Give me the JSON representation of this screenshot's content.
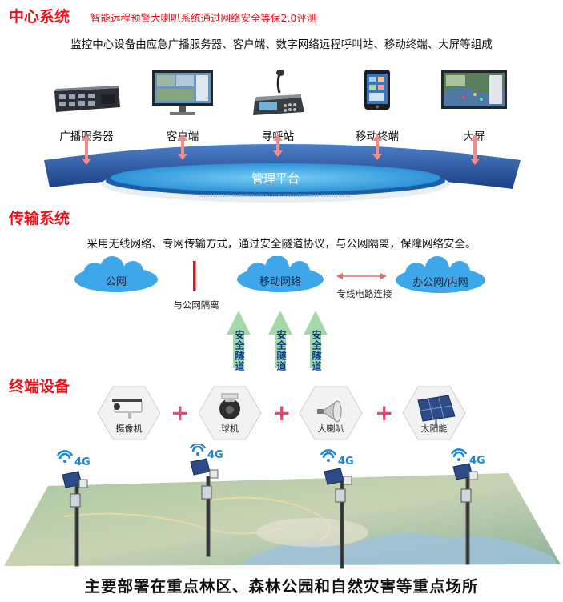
{
  "center": {
    "title": "中心系统",
    "subtitle": "智能远程预警大喇叭系统通过网络安全等保2.0评测",
    "description": "监控中心设备由应急广播服务器、客户端、数字网络远程呼叫站、移动终端、大屏等组成",
    "devices": [
      {
        "label": "广播服务器",
        "icon": "server-icon"
      },
      {
        "label": "客户端",
        "icon": "monitor-icon"
      },
      {
        "label": "寻呼站",
        "icon": "paging-station-icon"
      },
      {
        "label": "移动终端",
        "icon": "mobile-phone-icon"
      },
      {
        "label": "大屏",
        "icon": "large-screen-icon"
      }
    ],
    "platform_label": "管理平台"
  },
  "transmission": {
    "title": "传输系统",
    "description": "采用无线网络、专网传输方式，通过安全隧道协议，与公网隔离，保障网络安全。",
    "clouds": [
      "公网",
      "移动网络",
      "办公网/内网"
    ],
    "isolation_label": "与公网隔离",
    "link_label": "专线电路连接",
    "tunnel_label": "安全隧道",
    "colors": {
      "cloud": "#3da7e9",
      "arrow": "#a5d8a9",
      "accent": "#e8121b"
    }
  },
  "terminal": {
    "title": "终端设备",
    "devices": [
      {
        "label": "摄像机",
        "icon": "bullet-camera-icon"
      },
      {
        "label": "球机",
        "icon": "dome-camera-icon"
      },
      {
        "label": "大喇叭",
        "icon": "horn-speaker-icon"
      },
      {
        "label": "太阳能",
        "icon": "solar-panel-icon"
      }
    ],
    "plus": "+",
    "signal_label": "4G"
  },
  "footer": "主要部署在重点林区、森林公园和自然灾害等重点场所"
}
